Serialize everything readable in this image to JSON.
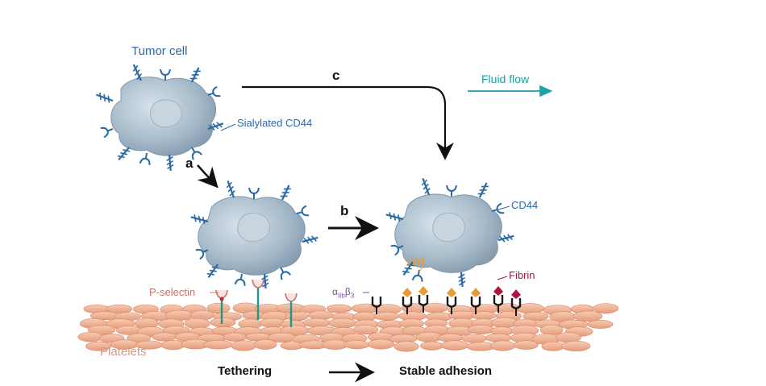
{
  "labels": {
    "tumor_cell": "Tumor cell",
    "sialylated_cd44": "Sialylated CD44",
    "cd44": "CD44",
    "fluid_flow": "Fluid flow",
    "p_selectin": "P-selectin",
    "vwf": "vWf",
    "fibrin": "Fibrin",
    "integrin": "αIIbβ3",
    "platelets": "Platelets"
  },
  "steps": {
    "a": "a",
    "b": "b",
    "c": "c"
  },
  "captions": {
    "tethering": "Tethering",
    "stable_adhesion": "Stable adhesion"
  },
  "colors": {
    "cell_fill": "#a9bccb",
    "nucleus": "#c8d4de",
    "receptor": "#2a6aa8",
    "flow_arrow": "#1aa1a6",
    "platelet": "#f2b79a",
    "selectin": "#c9736c",
    "stalk": "#1c9a8a",
    "vwf": "#e89b35",
    "fibrin": "#b0143a",
    "integrin_text": "#7a4aa6"
  }
}
